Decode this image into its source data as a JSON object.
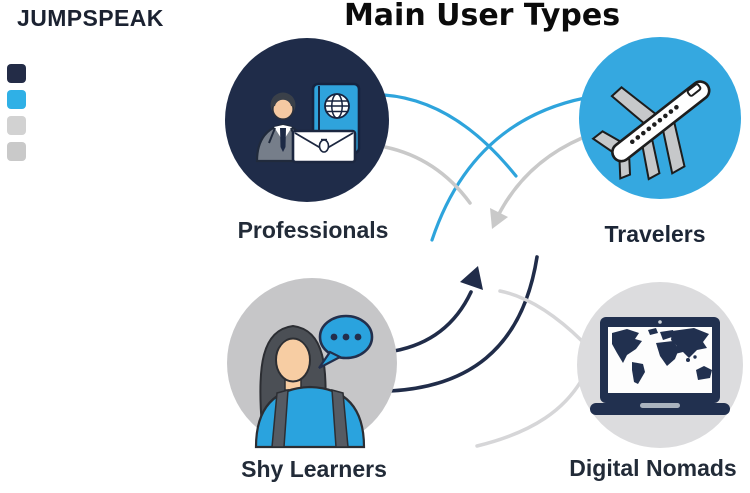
{
  "logo": "JUMPSPEAK",
  "title": "Main User Types",
  "legend": [
    {
      "name": "dark-navy-swatch",
      "color": "#232c47"
    },
    {
      "name": "light-blue-swatch",
      "color": "#2fb0e6"
    },
    {
      "name": "gray-swatch",
      "color": "#d2d2d2"
    },
    {
      "name": "light-gray-swatch",
      "color": "#c9c9c9"
    }
  ],
  "nodes": [
    {
      "id": "professionals",
      "label": "Professionals",
      "color": "#1f2c49",
      "icon": "businessman-passport-envelope-icon"
    },
    {
      "id": "travelers",
      "label": "Travelers",
      "color": "#35a8e0",
      "icon": "airplane-icon"
    },
    {
      "id": "shy-learners",
      "label": "Shy Learners",
      "color": "#c6c6c8",
      "icon": "woman-speech-bubble-icon"
    },
    {
      "id": "digital-nomads",
      "label": "Digital Nomads",
      "color": "#dcdcde",
      "icon": "laptop-world-map-icon"
    }
  ],
  "connectors": {
    "blue": "#2ea4dc",
    "gray": "#c9c9c9",
    "navy": "#202c49",
    "light_gray": "#d6d6d8"
  }
}
